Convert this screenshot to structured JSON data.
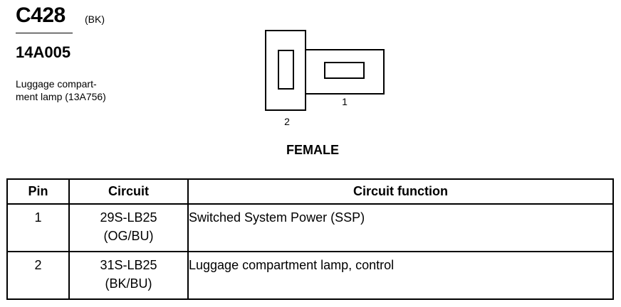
{
  "header": {
    "connector_id": "C428",
    "color_code": "(BK)",
    "part_number": "14A005",
    "description_lines": [
      "Luggage compart-",
      "ment lamp (13A756)"
    ]
  },
  "connector": {
    "pin_labels": [
      "1",
      "2"
    ],
    "gender": "FEMALE"
  },
  "table": {
    "headers": [
      "Pin",
      "Circuit",
      "Circuit function"
    ],
    "rows": [
      {
        "pin": "1",
        "circuit": "29S-LB25",
        "wire_color": "(OG/BU)",
        "function": "Switched System Power (SSP)"
      },
      {
        "pin": "2",
        "circuit": "31S-LB25",
        "wire_color": "(BK/BU)",
        "function": "Luggage compartment lamp, control"
      }
    ]
  }
}
